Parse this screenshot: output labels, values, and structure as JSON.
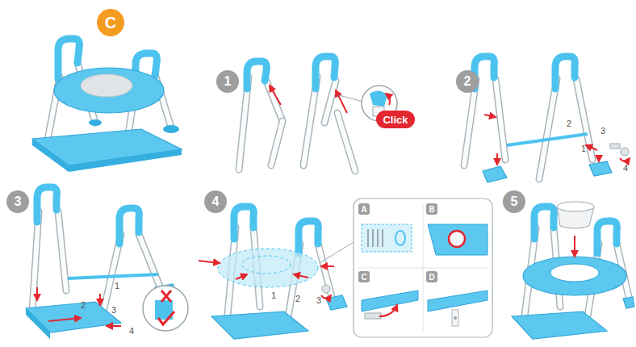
{
  "diagram": {
    "nodes": [
      {
        "text": [
          "C"
        ]
      },
      {
        "text": [
          "1"
        ]
      },
      {
        "text": [
          "Click"
        ]
      },
      {
        "text": [
          "2"
        ]
      },
      {
        "text": [
          "3"
        ]
      },
      {
        "text": [
          "4"
        ]
      },
      {
        "text": [
          "A"
        ]
      },
      {
        "text": [
          "B"
        ]
      },
      {
        "text": [
          "C"
        ]
      },
      {
        "text": [
          "D"
        ]
      },
      {
        "text": [
          "5"
        ]
      }
    ],
    "labels": [
      "2",
      "3",
      "1",
      "4",
      "1",
      "2",
      "3",
      "4",
      "1",
      "2",
      "3"
    ]
  }
}
